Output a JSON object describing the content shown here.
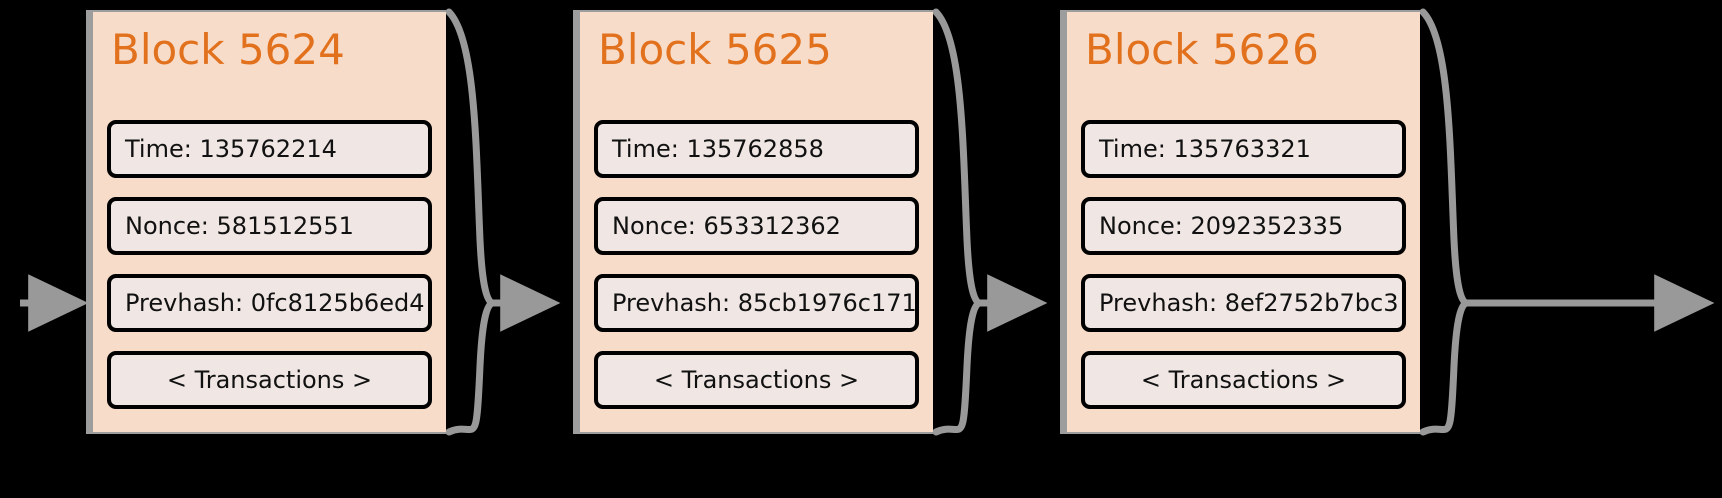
{
  "diagram": {
    "type": "blockchain-chain",
    "background_color": "#000000",
    "block_fill_color": "#f8dcca",
    "block_border_color": "#9d9d9d",
    "title_color": "#e2711d",
    "field_fill_color": "#f0e7e4",
    "field_border_color": "#000000",
    "connector_color": "#999999",
    "blocks": [
      {
        "title": "Block 5624",
        "time": "Time: 135762214",
        "nonce": "Nonce: 581512551",
        "prevhash": "Prevhash: 0fc8125b6ed4",
        "transactions": "< Transactions >"
      },
      {
        "title": "Block 5625",
        "time": "Time: 135762858",
        "nonce": "Nonce: 653312362",
        "prevhash": "Prevhash: 85cb1976c171",
        "transactions": "< Transactions >"
      },
      {
        "title": "Block 5626",
        "time": "Time: 135763321",
        "nonce": "Nonce: 2092352335",
        "prevhash": "Prevhash: 8ef2752b7bc3",
        "transactions": "< Transactions >"
      }
    ],
    "connectors": [
      {
        "name": "incoming-arrow"
      },
      {
        "name": "arrow-block1-to-block2"
      },
      {
        "name": "arrow-block2-to-block3"
      },
      {
        "name": "outgoing-arrow"
      }
    ]
  }
}
